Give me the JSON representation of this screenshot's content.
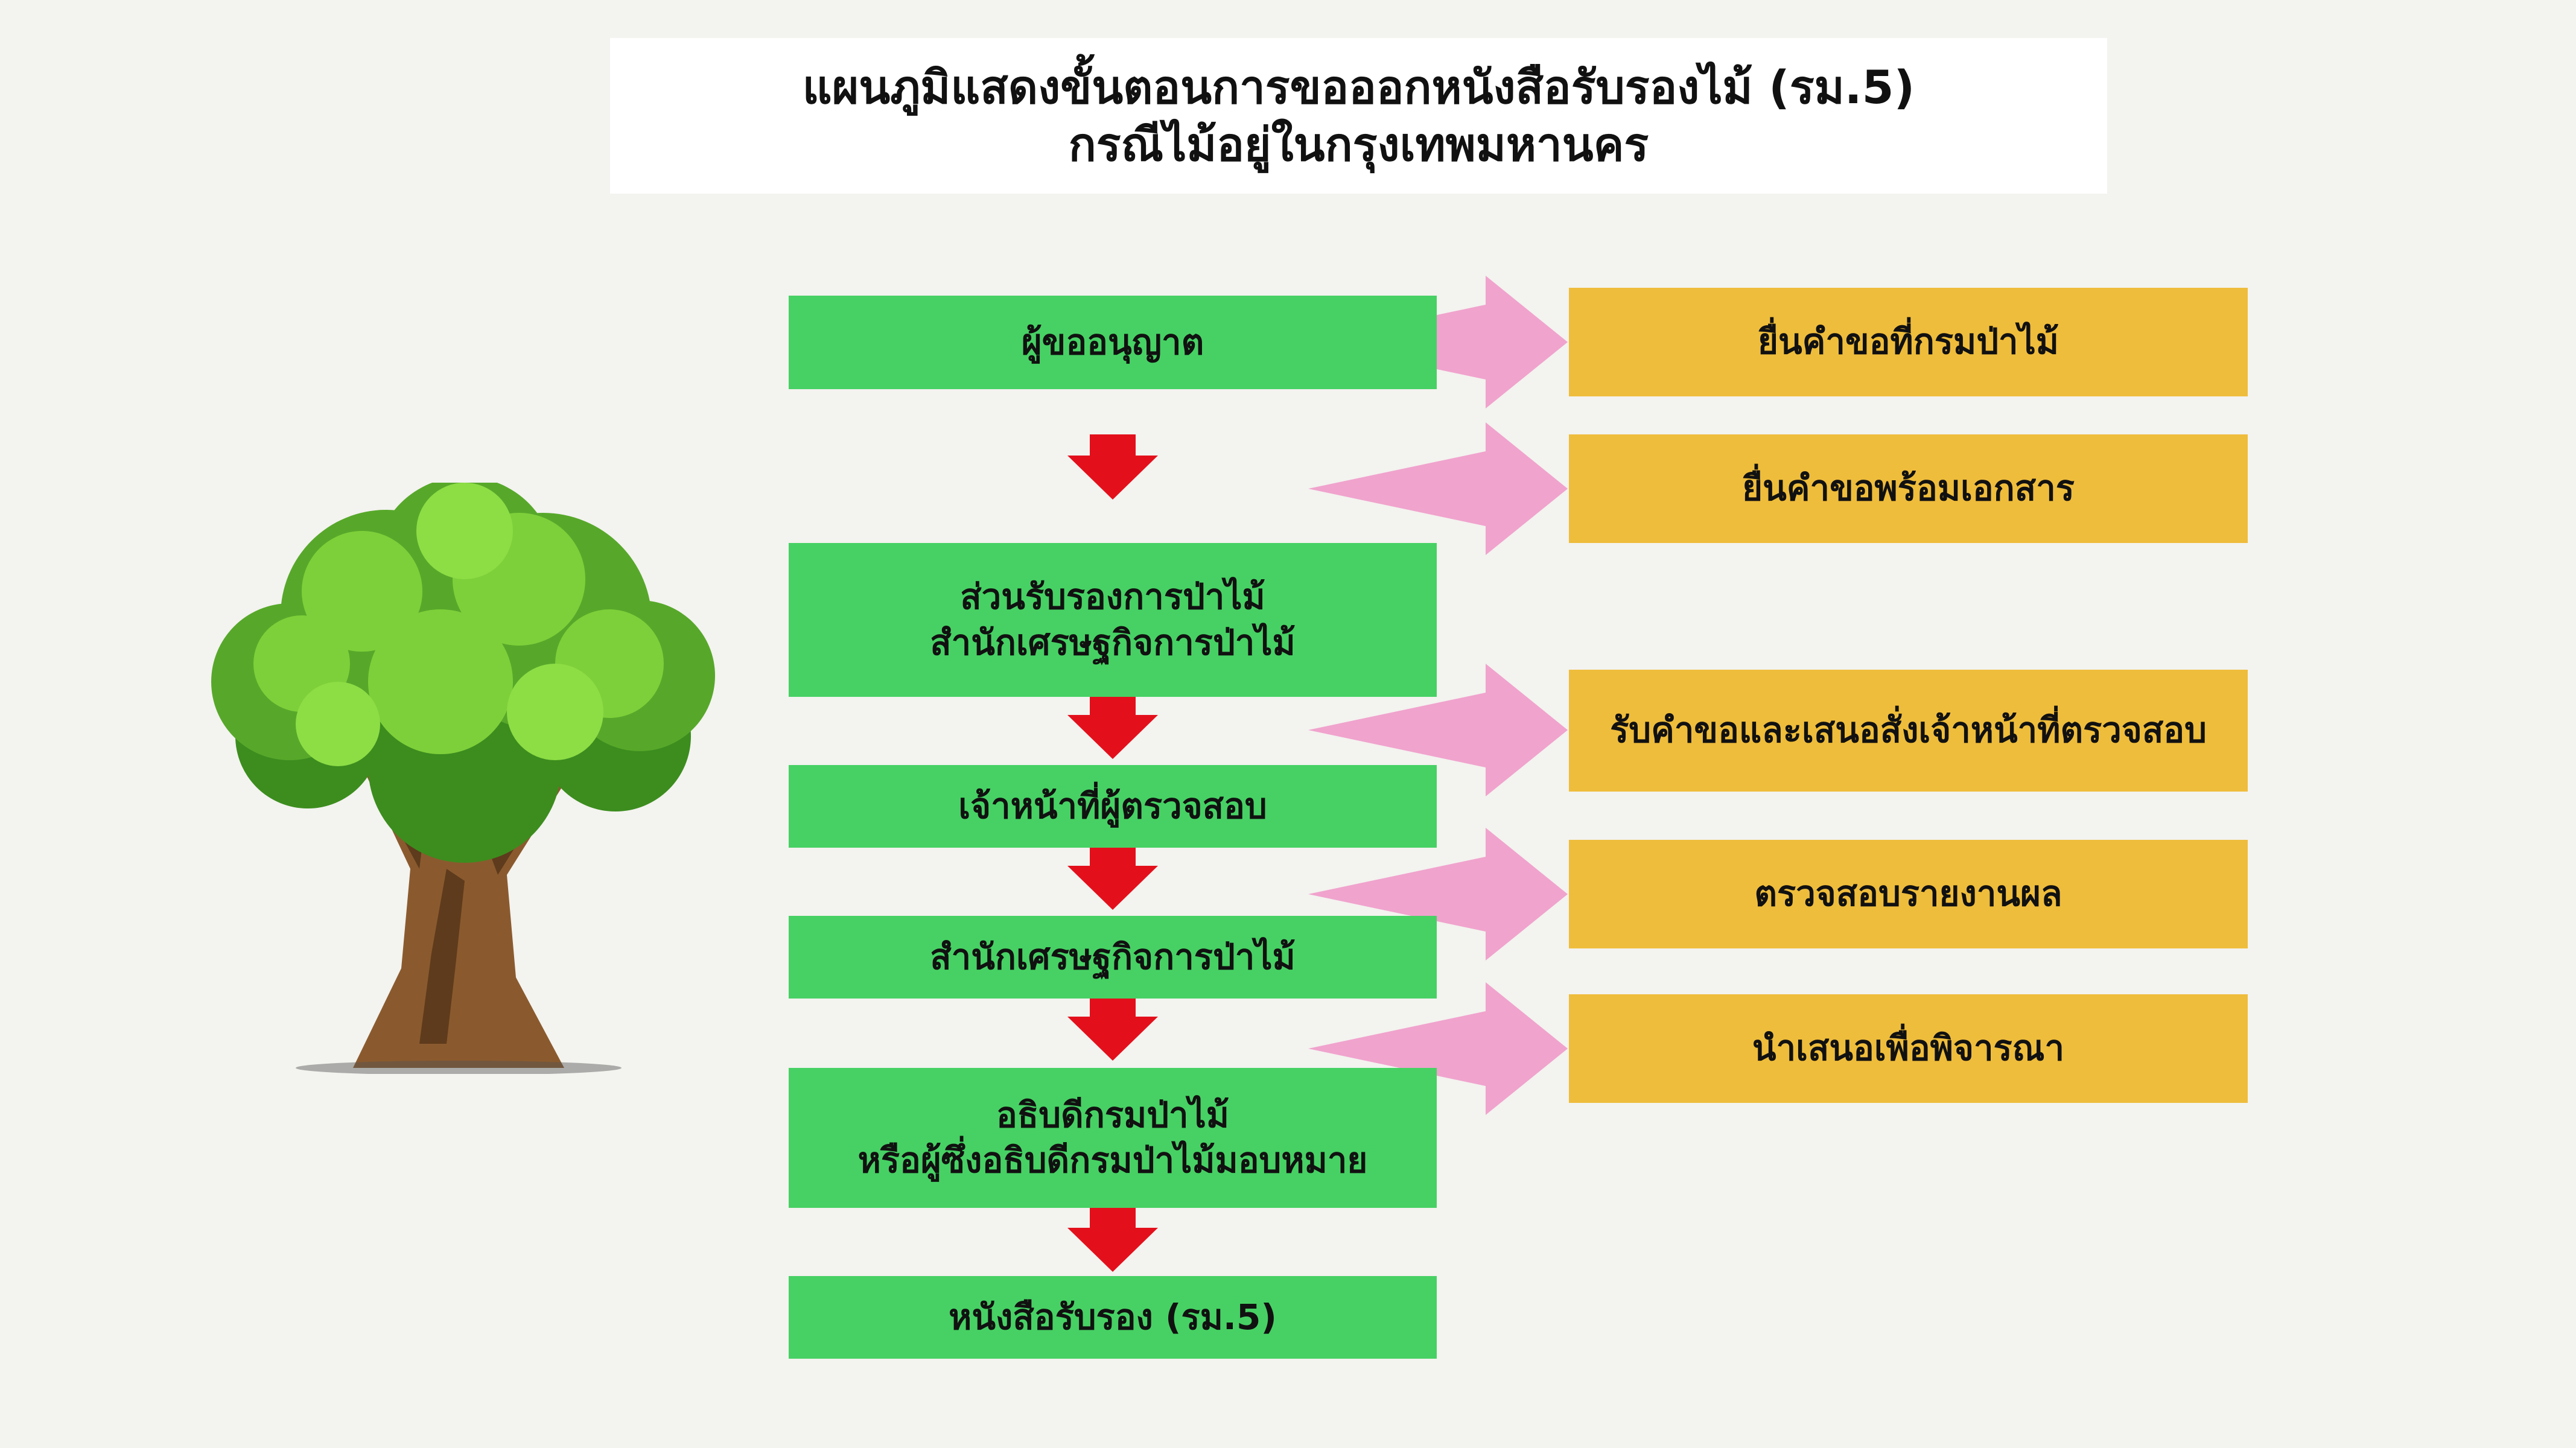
{
  "title": {
    "line1": "แผนภูมิแสดงขั้นตอนการขอออกหนังสือรับรองไม้ (รม.5)",
    "line2": "กรณีไม้อยู่ในกรุงเทพมหานคร"
  },
  "steps": [
    {
      "lines": [
        "ผู้ขออนุญาต"
      ]
    },
    {
      "lines": [
        "ส่วนรับรองการป่าไม้",
        "สำนักเศรษฐกิจการป่าไม้"
      ]
    },
    {
      "lines": [
        "เจ้าหน้าที่ผู้ตรวจสอบ"
      ]
    },
    {
      "lines": [
        "สำนักเศรษฐกิจการป่าไม้"
      ]
    },
    {
      "lines": [
        "อธิบดีกรมป่าไม้",
        "หรือผู้ซึ่งอธิบดีกรมป่าไม้มอบหมาย"
      ]
    },
    {
      "lines": [
        "หนังสือรับรอง (รม.5)"
      ]
    }
  ],
  "notes": [
    {
      "label": "ยื่นคำขอที่กรมป่าไม้"
    },
    {
      "label": "ยื่นคำขอพร้อมเอกสาร"
    },
    {
      "label": "รับคำขอและเสนอสั่งเจ้าหน้าที่ตรวจสอบ"
    },
    {
      "label": "ตรวจสอบรายงานผล"
    },
    {
      "label": "นำเสนอเพื่อพิจารณา"
    }
  ],
  "colors": {
    "background": "#f3f3ef",
    "step_box": "#47d164",
    "note_box": "#efbd3c",
    "down_arrow": "#e3101c",
    "side_arrow": "#f0a3cd",
    "title_box": "#ffffff"
  },
  "decorations": {
    "illustration": "tree-illustration",
    "down_arrow_icon": "down-arrow-icon",
    "side_arrow_icon": "side-arrow-icon"
  }
}
